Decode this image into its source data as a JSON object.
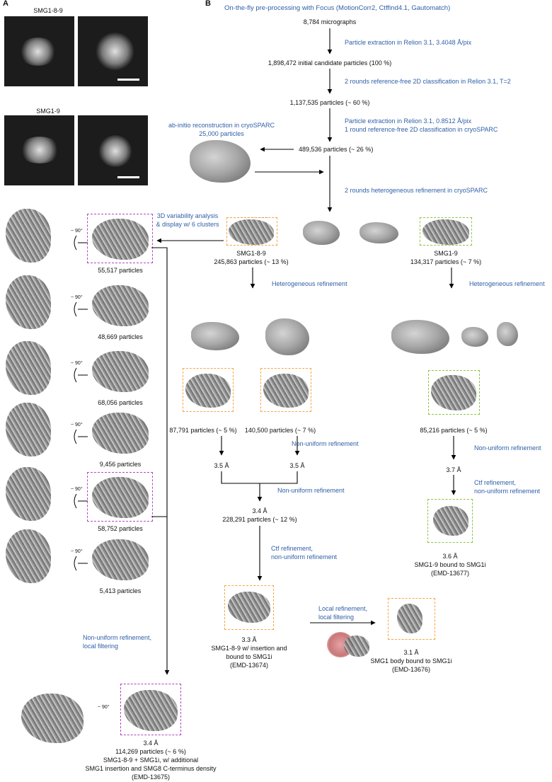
{
  "panel_a": {
    "letter": "A",
    "smg189_title": "SMG1-8-9",
    "smg19_title": "SMG1-9"
  },
  "panel_b": {
    "letter": "B",
    "preprocess": "On-the-fly pre-processing with Focus (MotionCorr2, Ctffind4.1, Gautomatch)",
    "micrographs": "8,784 micrographs",
    "extraction1": "Particle extraction in Relion 3.1, 3.4048 Å/pix",
    "initial_particles": "1,898,472 initial candidate particles (100 %)",
    "class2d": "2 rounds reference-free 2D classification in Relion 3.1, T=2",
    "after_2d": "1,137,535 particles (~ 60 %)",
    "extraction2_line1": "Particle extraction in Relion 3.1, 0.8512 Å/pix",
    "extraction2_line2": "1 round reference-free 2D classification in cryoSPARC",
    "abinitio_line1": "ab-initio reconstruction in cryoSPARC",
    "abinitio_line2": "25,000 particles",
    "after_extract2": "489,536 particles (~ 26 %)",
    "hetero2": "2 rounds heterogeneous refinement in cryoSPARC",
    "var3d_line1": "3D variability analysis",
    "var3d_line2": "& display w/ 6 clusters",
    "smg189_label": "SMG1-8-9",
    "smg189_particles": "245,863 particles (~ 13 %)",
    "smg19_label": "SMG1-9",
    "smg19_particles": "134,317 particles (~ 7 %)",
    "hetero_left": "Heterogeneous refinement",
    "hetero_right": "Heterogeneous refinement",
    "class_a_particles": "87,791 particles (~ 5 %)",
    "class_b_particles": "140,500 particles (~ 7 %)",
    "right_particles": "85,216 particles (~ 5 %)",
    "nu_mid": "Non-uniform refinement",
    "nu_right": "Non-uniform refinement",
    "res_a": "3.5 Å",
    "res_b": "3.5 Å",
    "res_right1": "3.7 Å",
    "nu_merge": "Non-uniform refinement",
    "ctf_right_line1": "Ctf refinement,",
    "ctf_right_line2": "non-uniform refinement",
    "res_merge": "3.4 Å",
    "merge_particles": "228,291 particles (~ 12 %)",
    "ctf_mid_line1": "Ctf refinement,",
    "ctf_mid_line2": "non-uniform refinement",
    "res_right2": "3.6 Å",
    "smg19_bound": "SMG1-9 bound to SMG1i",
    "emd_13677": "(EMD-13677)",
    "res_33": "3.3 Å",
    "smg189_insert_line1": "SMG1-8-9 w/ insertion and",
    "smg189_insert_line2": "bound to SMG1i",
    "emd_13674": "(EMD-13674)",
    "local_line1": "Local refinement,",
    "local_line2": "local filtering",
    "res_31": "3.1 Å",
    "body_bound": "SMG1 body bound to SMG1i",
    "emd_13676": "(EMD-13676)",
    "rotate_label": "~ 90°",
    "clusters": [
      "55,517 particles",
      "48,669 particles",
      "68,056 particles",
      "9,456 particles",
      "58,752 particles",
      "5,413 particles"
    ],
    "nu_local_line1": "Non-uniform refinement,",
    "nu_local_line2": "local filtering",
    "final_res": "3.4 Å",
    "final_particles": "114,269 particles (~ 6 %)",
    "final_desc_line1": "SMG1-8-9 + SMG1i, w/ additional",
    "final_desc_line2": "SMG1 insertion and SMG8 C-terminus density",
    "emd_13675": "(EMD-13675)"
  },
  "colors": {
    "label_blue": "#2f5fa8",
    "box_orange": "#f4a640",
    "box_purple": "#b046c4",
    "box_green": "#8cc63f"
  }
}
